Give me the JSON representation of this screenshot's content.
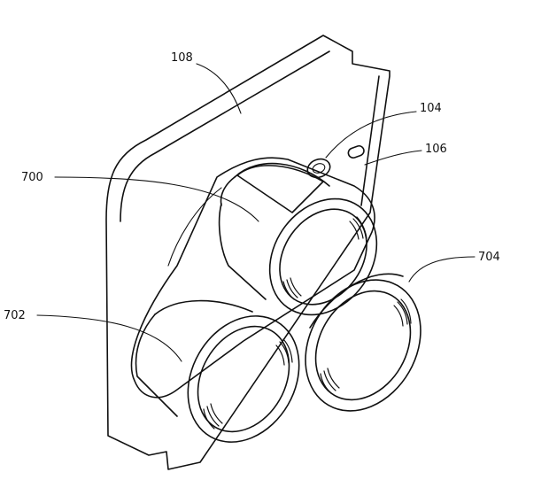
{
  "figure": {
    "reference_numerals": {
      "housing": "108",
      "sensor": "104",
      "aperture": "106",
      "camera_top": "700",
      "camera_left": "702",
      "camera_right": "704"
    }
  },
  "colors": {
    "line": "#111111",
    "background": "#ffffff"
  }
}
